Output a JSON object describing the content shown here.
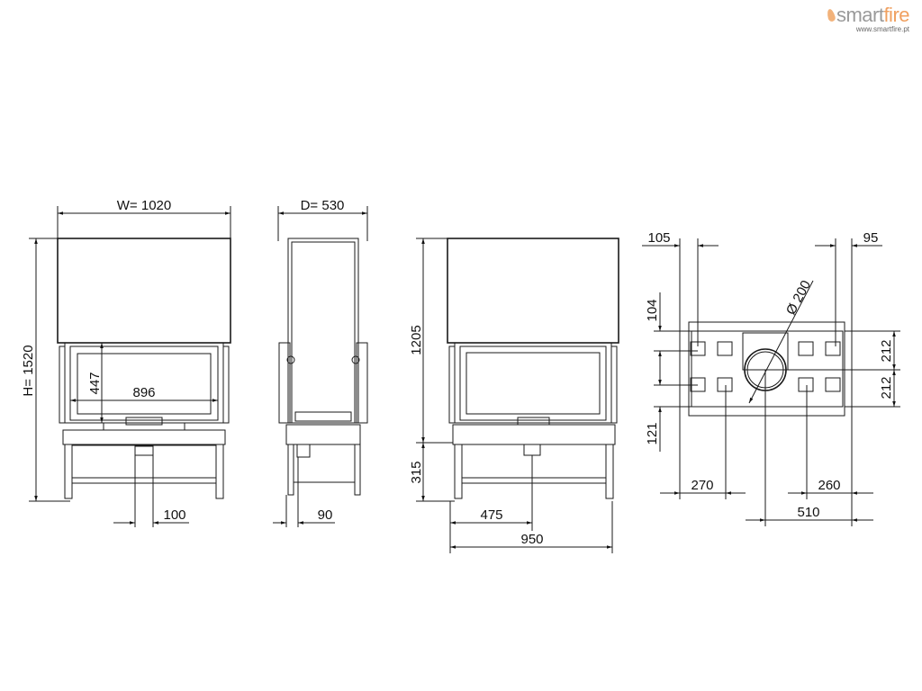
{
  "logo": {
    "brand_part1": "smart",
    "brand_part2": "fire",
    "url": "www.smartfire.pt",
    "colors": {
      "gray": "#9a9a9a",
      "orange": "#f0a060"
    }
  },
  "front_view": {
    "width_label": "W=  1020",
    "height_label": "H= 1520",
    "glass_height": "447",
    "glass_width": "896",
    "duct_offset": "100"
  },
  "side_view": {
    "depth_label": "D=  530",
    "duct_offset": "90"
  },
  "rear_view": {
    "height_upper": "1205",
    "height_lower": "315",
    "duct_offset": "475",
    "total_width": "950"
  },
  "top_view": {
    "left_offset": "105",
    "right_offset": "95",
    "top_offset": "104",
    "bottom_offset": "121",
    "row_spacing_1": "212",
    "row_spacing_2": "212",
    "left_spacing": "270",
    "right_spacing": "260",
    "flue_offset": "510",
    "flue_diameter": "Ø 200"
  }
}
